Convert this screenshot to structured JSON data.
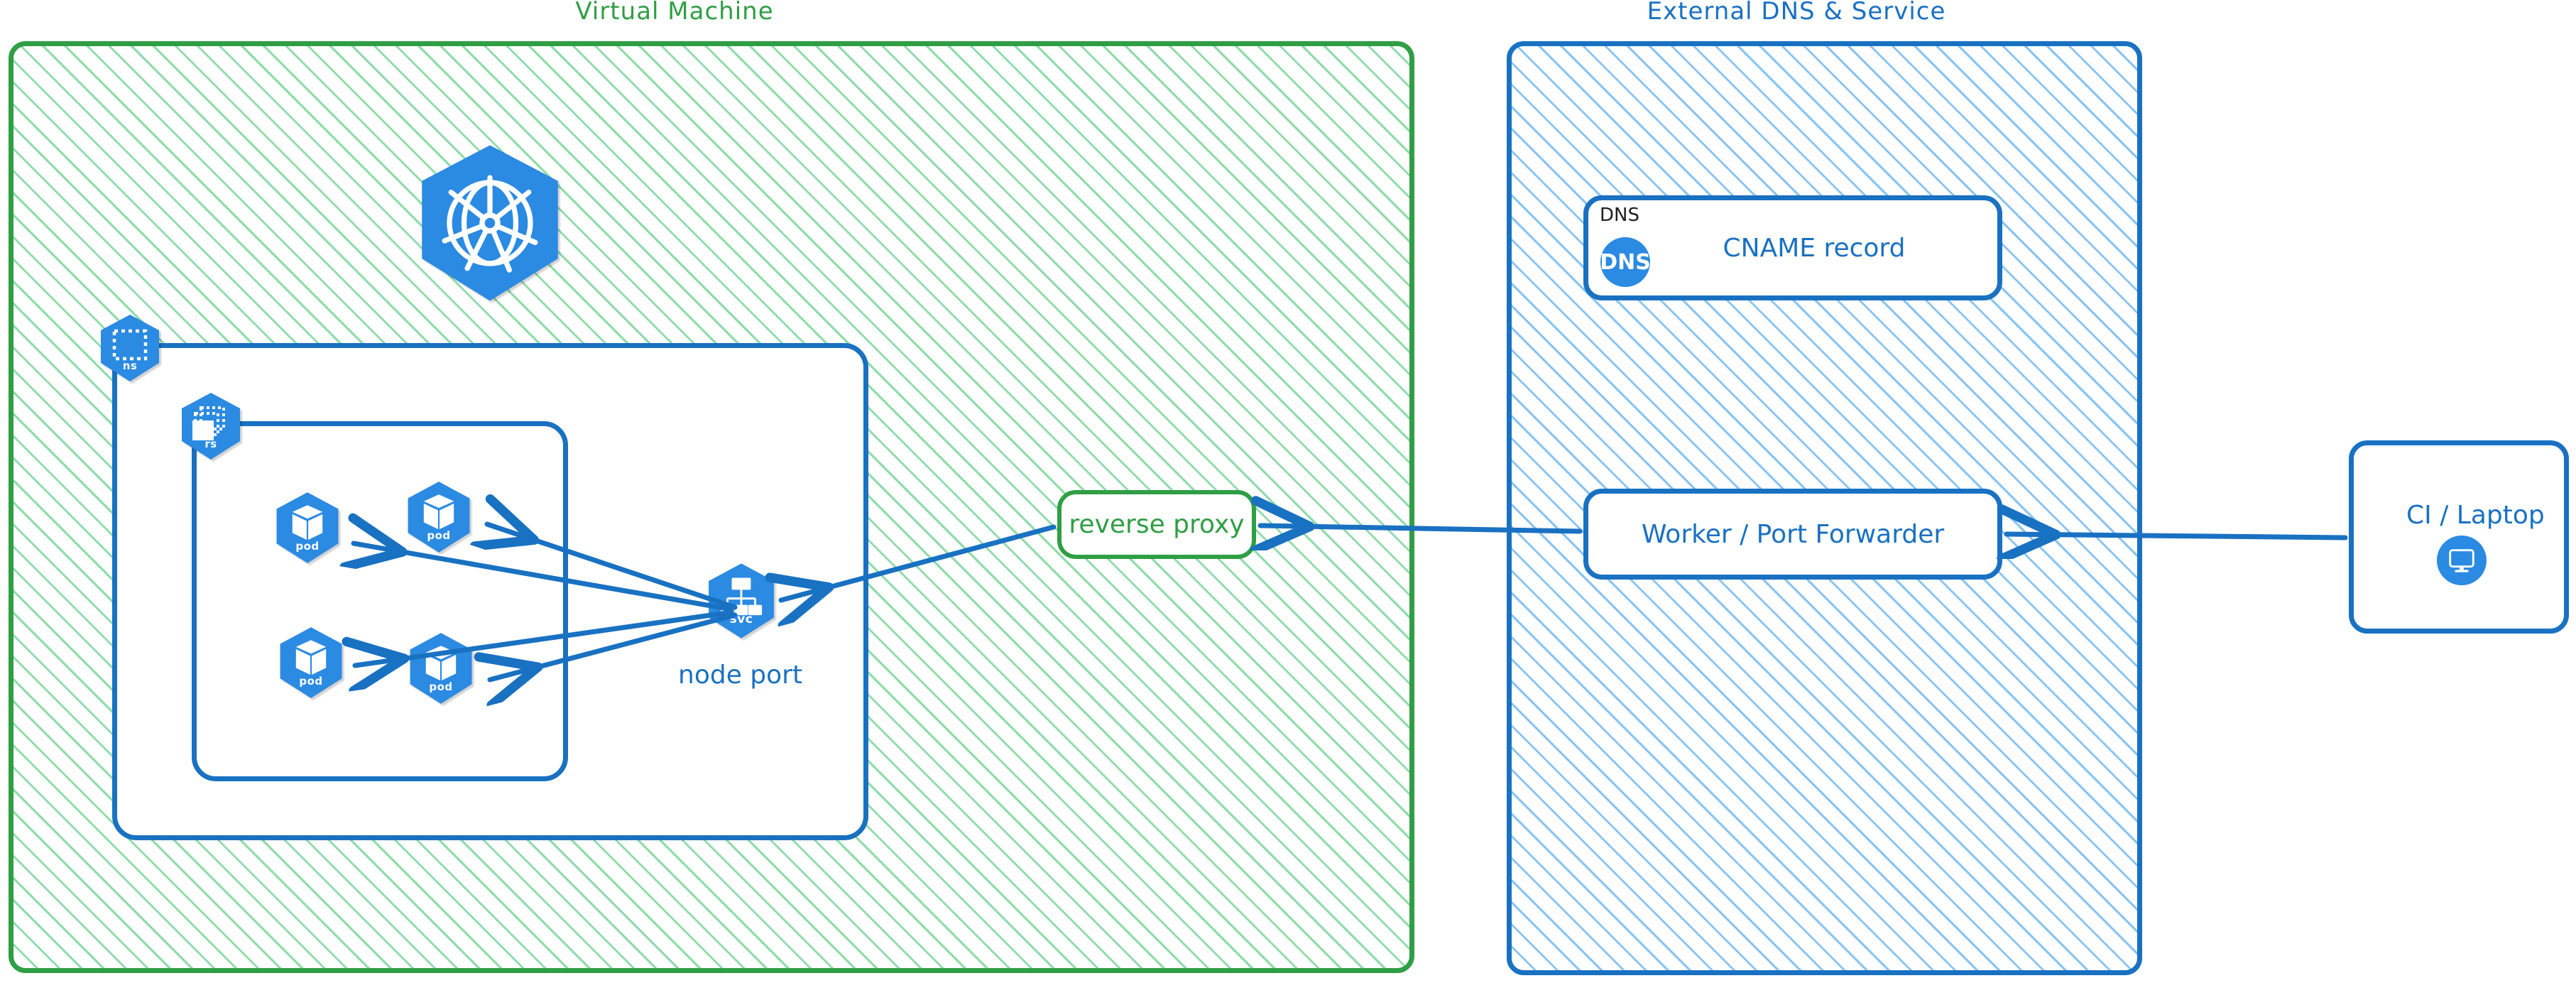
{
  "diagram": {
    "type": "architecture-diagram",
    "style": "hand-drawn-excalidraw",
    "colors": {
      "green_stroke": "#2f9e44",
      "green_hatch": "#69d08c",
      "blue_stroke": "#1971c2",
      "blue_hatch": "#74baf0",
      "k8s_blue": "#2b8ae2",
      "text_dark": "#1e1e1e"
    }
  },
  "groups": [
    {
      "id": "vm",
      "title": "Virtual Machine"
    },
    {
      "id": "ext",
      "title": "External DNS & Service"
    }
  ],
  "vm": {
    "k8s_logo": {
      "icon": "kubernetes-wheel-icon"
    },
    "namespace_badge": {
      "caption": "ns",
      "icon": "kubernetes-namespace-icon"
    },
    "replicaset_badge": {
      "caption": "rs",
      "icon": "kubernetes-replicaset-icon"
    },
    "pods": [
      {
        "caption": "pod",
        "icon": "kubernetes-pod-icon"
      },
      {
        "caption": "pod",
        "icon": "kubernetes-pod-icon"
      },
      {
        "caption": "pod",
        "icon": "kubernetes-pod-icon"
      },
      {
        "caption": "pod",
        "icon": "kubernetes-pod-icon"
      }
    ],
    "service": {
      "caption": "svc",
      "icon": "kubernetes-service-icon",
      "label": "node port"
    },
    "reverse_proxy": {
      "label": "reverse proxy"
    }
  },
  "ext": {
    "dns_card": {
      "tag": "DNS",
      "badge_text": "DNS",
      "label": "CNAME record",
      "icon": "dns-circle-icon"
    },
    "worker_card": {
      "label": "Worker / Port Forwarder"
    }
  },
  "client": {
    "card": {
      "label": "CI / Laptop",
      "icon": "monitor-icon"
    }
  },
  "arrows": [
    {
      "from": "svc",
      "to": "pod-1",
      "direction": "left"
    },
    {
      "from": "svc",
      "to": "pod-2",
      "direction": "left"
    },
    {
      "from": "svc",
      "to": "pod-3",
      "direction": "left"
    },
    {
      "from": "svc",
      "to": "pod-4",
      "direction": "left"
    },
    {
      "from": "reverse-proxy",
      "to": "svc",
      "direction": "left"
    },
    {
      "from": "worker",
      "to": "reverse-proxy",
      "direction": "left"
    },
    {
      "from": "ci-laptop",
      "to": "worker",
      "direction": "left"
    }
  ]
}
